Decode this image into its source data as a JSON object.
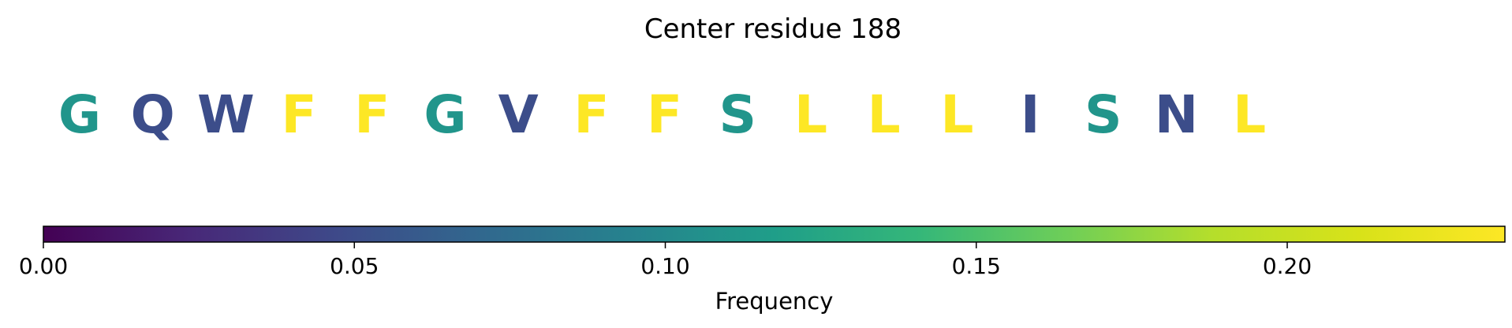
{
  "chart_data": {
    "type": "sequence-logo",
    "title": "Center residue 188",
    "residues": [
      {
        "letter": "G",
        "frequency": 0.11
      },
      {
        "letter": "Q",
        "frequency": 0.05
      },
      {
        "letter": "W",
        "frequency": 0.05
      },
      {
        "letter": "F",
        "frequency": 0.235
      },
      {
        "letter": "F",
        "frequency": 0.235
      },
      {
        "letter": "G",
        "frequency": 0.11
      },
      {
        "letter": "V",
        "frequency": 0.05
      },
      {
        "letter": "F",
        "frequency": 0.235
      },
      {
        "letter": "F",
        "frequency": 0.235
      },
      {
        "letter": "S",
        "frequency": 0.11
      },
      {
        "letter": "L",
        "frequency": 0.235
      },
      {
        "letter": "L",
        "frequency": 0.235
      },
      {
        "letter": "L",
        "frequency": 0.235
      },
      {
        "letter": "I",
        "frequency": 0.05
      },
      {
        "letter": "S",
        "frequency": 0.11
      },
      {
        "letter": "N",
        "frequency": 0.05
      },
      {
        "letter": "L",
        "frequency": 0.235
      }
    ],
    "colorbar": {
      "label": "Frequency",
      "colormap": "viridis",
      "range": [
        0.0,
        0.235
      ],
      "ticks": [
        0.0,
        0.05,
        0.1,
        0.15,
        0.2
      ],
      "tick_labels": [
        "0.00",
        "0.05",
        "0.10",
        "0.15",
        "0.20"
      ]
    }
  }
}
